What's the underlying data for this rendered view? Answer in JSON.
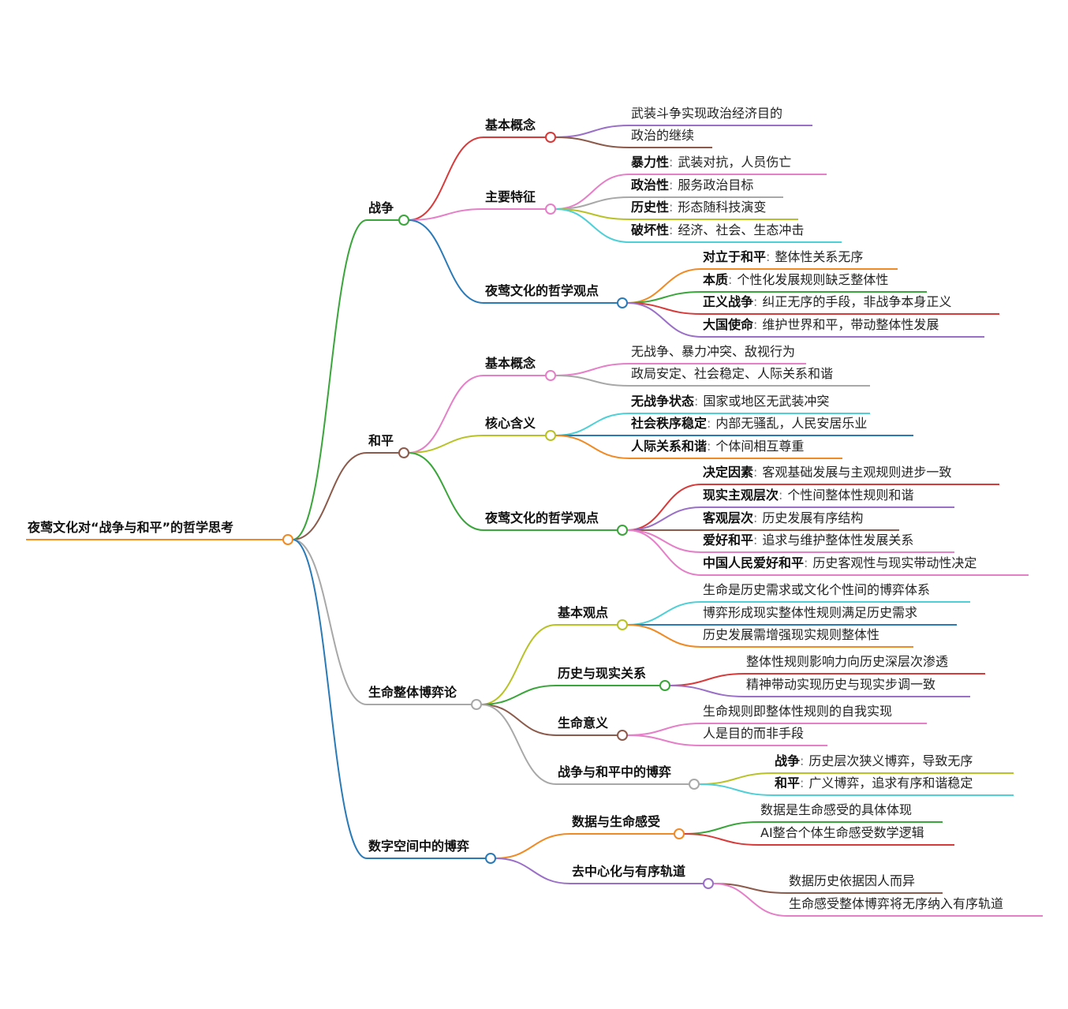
{
  "root": {
    "label": "夜莺文化对“战争与和平”的哲学思考",
    "color": "#f08a24",
    "children": [
      {
        "label": "战争",
        "color": "#3aa53a",
        "children": [
          {
            "label": "基本概念",
            "color": "#d83a3a",
            "children": [
              {
                "text": "武装斗争实现政治经济目的",
                "color": "#9a6fc7"
              },
              {
                "text": "政治的继续",
                "color": "#8b5a4a"
              }
            ]
          },
          {
            "label": "主要特征",
            "color": "#e57fc8",
            "children": [
              {
                "term": "暴力性",
                "text": "武装对抗，人员伤亡",
                "color": "#e57fc8"
              },
              {
                "term": "政治性",
                "text": "服务政治目标",
                "color": "#a8a8a8"
              },
              {
                "term": "历史性",
                "text": "形态随科技演变",
                "color": "#b8c227"
              },
              {
                "term": "破坏性",
                "text": "经济、社会、生态冲击",
                "color": "#4fcfd6"
              }
            ]
          },
          {
            "label": "夜莺文化的哲学观点",
            "color": "#2a7ab8",
            "children": [
              {
                "term": "对立于和平",
                "text": "整体性关系无序",
                "color": "#f08a24"
              },
              {
                "term": "本质",
                "text": "个性化发展规则缺乏整体性",
                "color": "#3aa53a"
              },
              {
                "term": "正义战争",
                "text": "纠正无序的手段，非战争本身正义",
                "color": "#d83a3a"
              },
              {
                "term": "大国使命",
                "text": "维护世界和平，带动整体性发展",
                "color": "#9a6fc7"
              }
            ]
          }
        ]
      },
      {
        "label": "和平",
        "color": "#8b5a4a",
        "children": [
          {
            "label": "基本概念",
            "color": "#e57fc8",
            "children": [
              {
                "text": "无战争、暴力冲突、敌视行为",
                "color": "#e57fc8"
              },
              {
                "text": "政局安定、社会稳定、人际关系和谐",
                "color": "#a8a8a8"
              }
            ]
          },
          {
            "label": "核心含义",
            "color": "#b8c227",
            "children": [
              {
                "term": "无战争状态",
                "text": "国家或地区无武装冲突",
                "color": "#4fcfd6"
              },
              {
                "term": "社会秩序稳定",
                "text": "内部无骚乱，人民安居乐业",
                "color": "#2a7ab8"
              },
              {
                "term": "人际关系和谐",
                "text": "个体间相互尊重",
                "color": "#f08a24"
              }
            ]
          },
          {
            "label": "夜莺文化的哲学观点",
            "color": "#3aa53a",
            "children": [
              {
                "term": "决定因素",
                "text": "客观基础发展与主观规则进步一致",
                "color": "#d83a3a"
              },
              {
                "term": "现实主观层次",
                "text": "个性间整体性规则和谐",
                "color": "#9a6fc7"
              },
              {
                "term": "客观层次",
                "text": "历史发展有序结构",
                "color": "#8b5a4a"
              },
              {
                "term": "爱好和平",
                "text": "追求与维护整体性发展关系",
                "color": "#e57fc8"
              },
              {
                "term": "中国人民爱好和平",
                "text": "历史客观性与现实带动性决定",
                "color": "#e57fc8"
              }
            ]
          }
        ]
      },
      {
        "label": "生命整体博弈论",
        "color": "#a8a8a8",
        "children": [
          {
            "label": "基本观点",
            "color": "#b8c227",
            "children": [
              {
                "text": "生命是历史需求或文化个性间的博弈体系",
                "color": "#4fcfd6"
              },
              {
                "text": "博弈形成现实整体性规则满足历史需求",
                "color": "#2a7ab8"
              },
              {
                "text": "历史发展需增强现实规则整体性",
                "color": "#f08a24"
              }
            ]
          },
          {
            "label": "历史与现实关系",
            "color": "#3aa53a",
            "children": [
              {
                "text": "整体性规则影响力向历史深层次渗透",
                "color": "#d83a3a"
              },
              {
                "text": "精神带动实现历史与现实步调一致",
                "color": "#9a6fc7"
              }
            ]
          },
          {
            "label": "生命意义",
            "color": "#8b5a4a",
            "children": [
              {
                "text": "生命规则即整体性规则的自我实现",
                "color": "#e57fc8"
              },
              {
                "text": "人是目的而非手段",
                "color": "#e57fc8"
              }
            ]
          },
          {
            "label": "战争与和平中的博弈",
            "color": "#a8a8a8",
            "children": [
              {
                "term": "战争",
                "text": "历史层次狭义博弈，导致无序",
                "color": "#b8c227"
              },
              {
                "term": "和平",
                "text": "广义博弈，追求有序和谐稳定",
                "color": "#4fcfd6"
              }
            ]
          }
        ]
      },
      {
        "label": "数字空间中的博弈",
        "color": "#2a7ab8",
        "children": [
          {
            "label": "数据与生命感受",
            "color": "#f08a24",
            "children": [
              {
                "text": "数据是生命感受的具体体现",
                "color": "#3aa53a"
              },
              {
                "text": "AI整合个体生命感受数学逻辑",
                "color": "#d83a3a"
              }
            ]
          },
          {
            "label": "去中心化与有序轨道",
            "color": "#9a6fc7",
            "children": [
              {
                "text": "数据历史依据因人而异",
                "color": "#8b5a4a"
              },
              {
                "text": "生命感受整体博弈将无序纳入有序轨道",
                "color": "#e57fc8"
              }
            ]
          }
        ]
      }
    ]
  },
  "separator": ":"
}
